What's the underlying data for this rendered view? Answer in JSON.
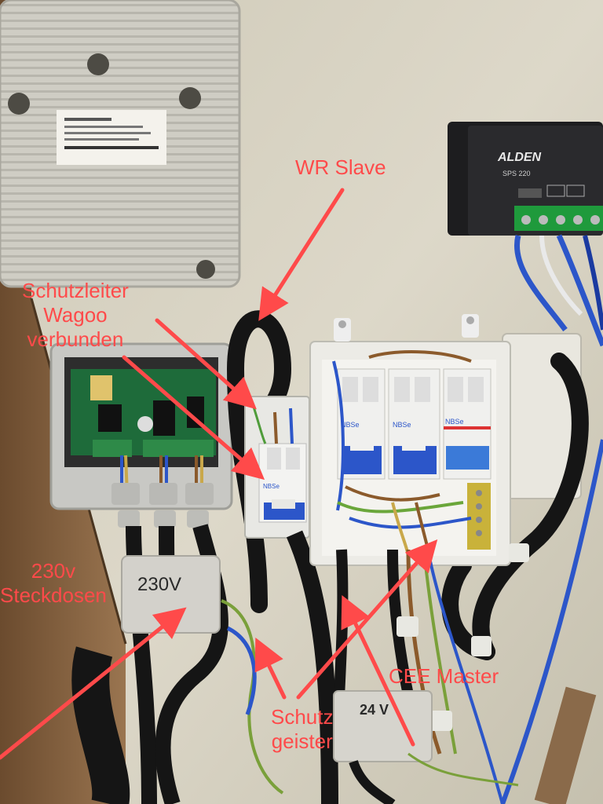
{
  "annotations": {
    "wr_slave": "WR Slave",
    "schutzleiter": [
      "Schutzleiter",
      "Wagoo",
      "verbunden"
    ],
    "steckdosen": [
      "230v",
      "Steckdosen"
    ],
    "cee_master": "CEE Master",
    "schutz": [
      "Schutz",
      "geister"
    ]
  },
  "device_text": {
    "controller_brand": "ALDEN",
    "controller_model": "SPS 220",
    "breaker_brand": "NBSe",
    "junction_box_marking": "230V",
    "box_24v_marking": "24 V"
  },
  "colors": {
    "annotation": "#ff4a4a",
    "wall": "#d9d4c4",
    "cable": "#151515"
  }
}
